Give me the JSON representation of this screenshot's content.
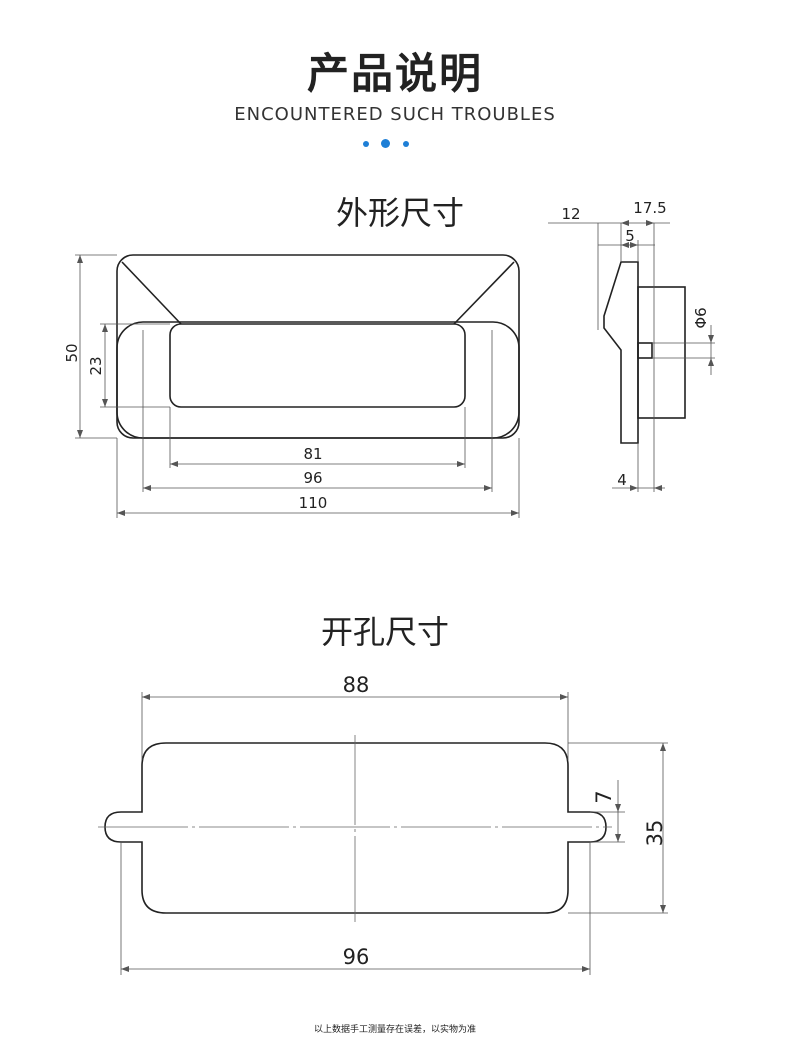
{
  "header": {
    "title": "产品说明",
    "subtitle": "ENCOUNTERED SUCH TROUBLES",
    "accent_color": "#1e7fd6"
  },
  "outline": {
    "title": "外形尺寸",
    "front": {
      "width_total": "110",
      "width_mid": "96",
      "width_inner": "81",
      "height_total": "50",
      "height_inner": "23"
    },
    "side": {
      "depth_total": "17.5",
      "depth_a": "12",
      "depth_b": "5",
      "base": "4",
      "pin": "Φ6"
    }
  },
  "cutout": {
    "title": "开孔尺寸",
    "width_top": "88",
    "width_bottom": "96",
    "height": "35",
    "tab": "7"
  },
  "footnote": "以上数据手工测量存在误差，以实物为准"
}
